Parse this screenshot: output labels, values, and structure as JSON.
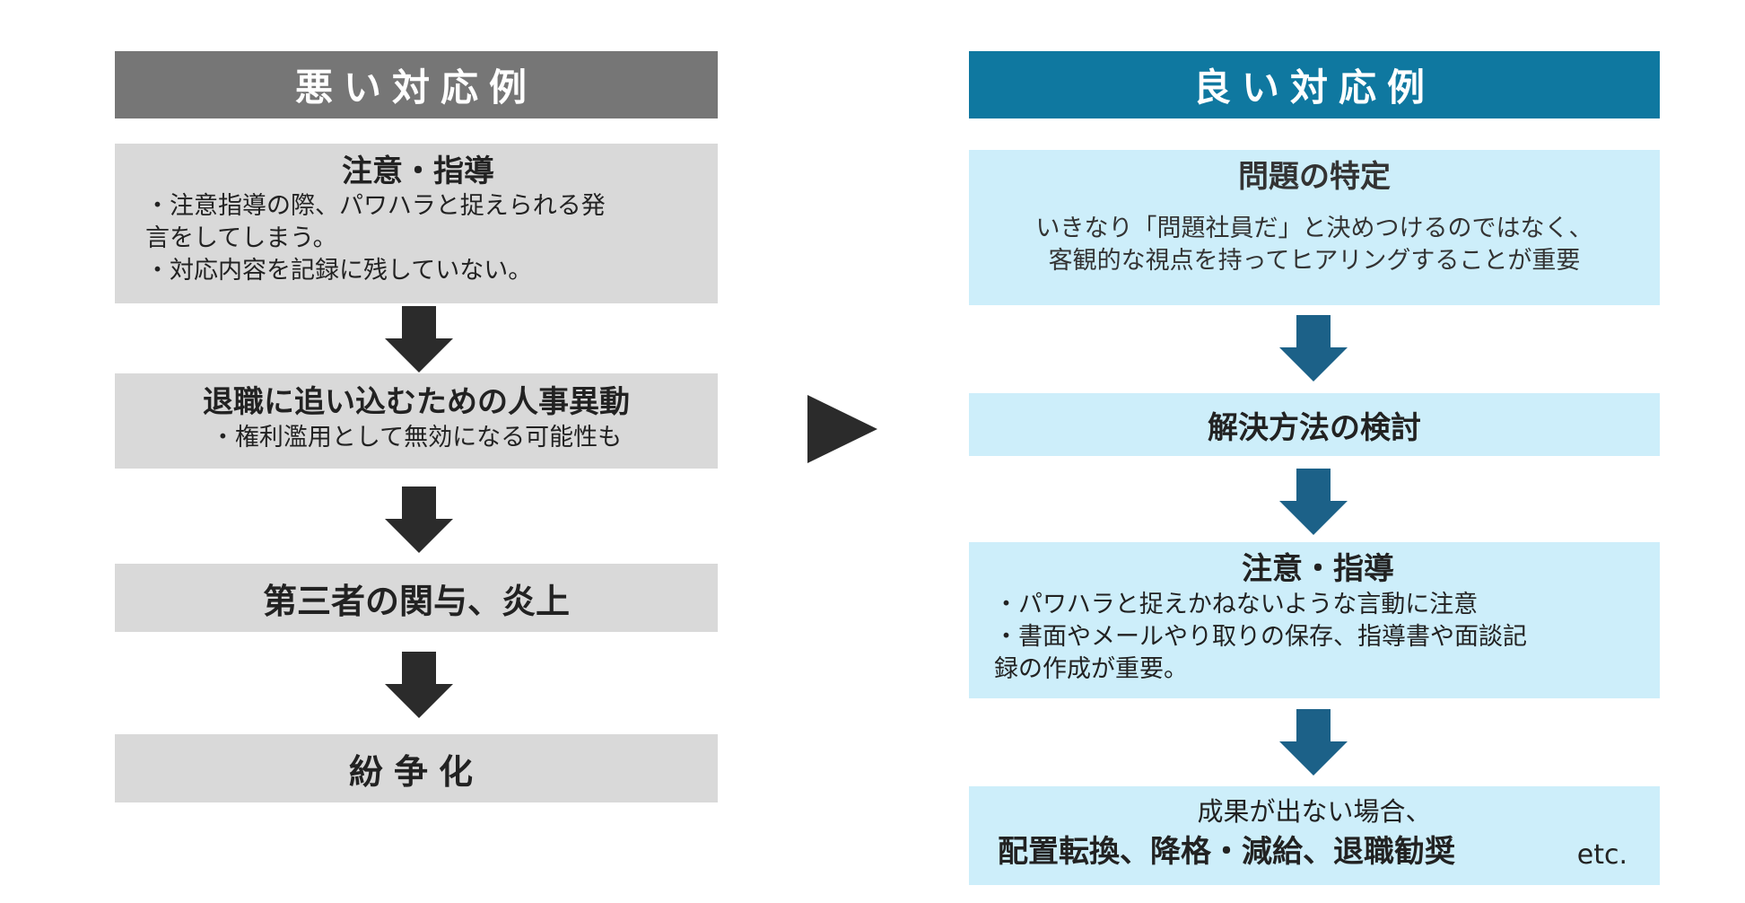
{
  "bad": {
    "header": "悪い対応例",
    "steps": [
      {
        "title": "注意・指導",
        "lines": [
          "・注意指導の際、パワハラと捉えられる発",
          "言をしてしまう。",
          "・対応内容を記録に残していない。"
        ]
      },
      {
        "title": "退職に追い込むための人事異動",
        "lines": [
          "・権利濫用として無効になる可能性も"
        ]
      },
      {
        "title": "第三者の関与、炎上"
      },
      {
        "title": "紛争化"
      }
    ]
  },
  "good": {
    "header": "良い対応例",
    "steps": [
      {
        "title": "問題の特定",
        "lines": [
          "いきなり「問題社員だ」と決めつけるのではなく、",
          "客観的な視点を持ってヒアリングすることが重要"
        ]
      },
      {
        "title": "解決方法の検討"
      },
      {
        "title": "注意・指導",
        "lines": [
          "・パワハラと捉えかねないような言動に注意",
          "・書面やメールやり取りの保存、指導書や面談記",
          "録の作成が重要。"
        ]
      },
      {
        "line1": "成果が出ない場合、",
        "line2": "配置転換、降格・減給、退職勧奨",
        "etc": "etc."
      }
    ]
  },
  "colors": {
    "bad_header": "#767676",
    "good_header": "#0f78a0",
    "bad_box": "#d9d9d9",
    "good_box": "#cdeefa",
    "dark_arrow": "#2b2b2b",
    "blue_arrow": "#1c6188"
  }
}
